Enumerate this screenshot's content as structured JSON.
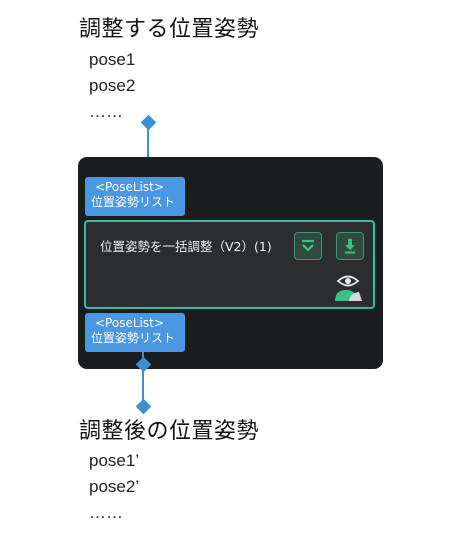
{
  "input": {
    "title": "調整する位置姿勢",
    "poses": [
      "pose1",
      "pose2",
      "……"
    ]
  },
  "output": {
    "title": "調整後の位置姿勢",
    "poses": [
      "pose1’",
      "pose2’",
      "……"
    ]
  },
  "node": {
    "input_port": {
      "type": "<PoseList>",
      "name": "位置姿勢リスト"
    },
    "step_name": "位置姿勢を一括調整（V2）(1)",
    "output_port": {
      "type": "<PoseList>",
      "name": "位置姿勢リスト"
    },
    "buttons": [
      {
        "name": "collapse-icon",
        "color": "#3fbf82"
      },
      {
        "name": "download-icon",
        "color": "#3fbf82"
      }
    ],
    "visibility_icon": "eye-person-icon"
  },
  "colors": {
    "accent": "#3d8fd4",
    "port": "#4a97e3",
    "panel": "#1c1d1f",
    "step_border": "#2fc0a0"
  }
}
